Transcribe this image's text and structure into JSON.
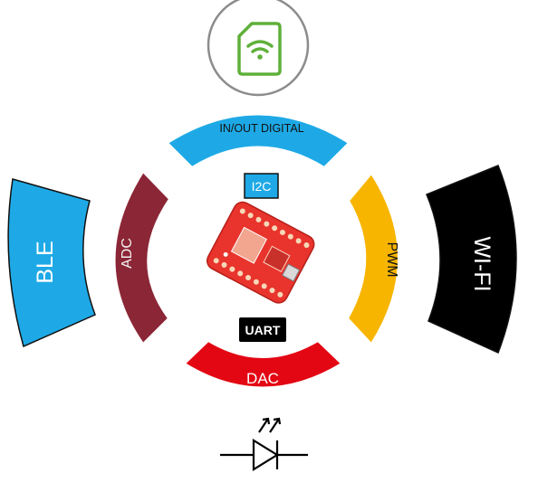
{
  "segments": {
    "top": {
      "label": "IN/OUT DIGITAL",
      "color": "#1ea9e6",
      "text_color": "#111111"
    },
    "left": {
      "label": "ADC",
      "color": "#8b2636",
      "text_color": "#f3f3f3"
    },
    "right": {
      "label": "PWM",
      "color": "#f7b500",
      "text_color": "#111111"
    },
    "bottom": {
      "label": "DAC",
      "color": "#e30613",
      "text_color": "#ffffff"
    }
  },
  "wireless": {
    "ble": {
      "label": "BLE",
      "color": "#1ea9e6",
      "text_color": "#ffffff"
    },
    "wifi": {
      "label": "WI-FI",
      "color": "#000000",
      "text_color": "#ffffff"
    }
  },
  "center": {
    "i2c": {
      "label": "I2C",
      "color": "#1ea9e6",
      "text_color": "#ffffff"
    },
    "uart": {
      "label": "UART",
      "color": "#000000",
      "text_color": "#ffffff"
    },
    "board": {
      "icon": "dev-board-image",
      "color": "#e8342c"
    }
  },
  "icons": {
    "wifi_card": {
      "icon": "wifi-card-icon",
      "color": "#5fb03a"
    },
    "led": {
      "icon": "led-diode-symbol",
      "color": "#000000"
    }
  }
}
